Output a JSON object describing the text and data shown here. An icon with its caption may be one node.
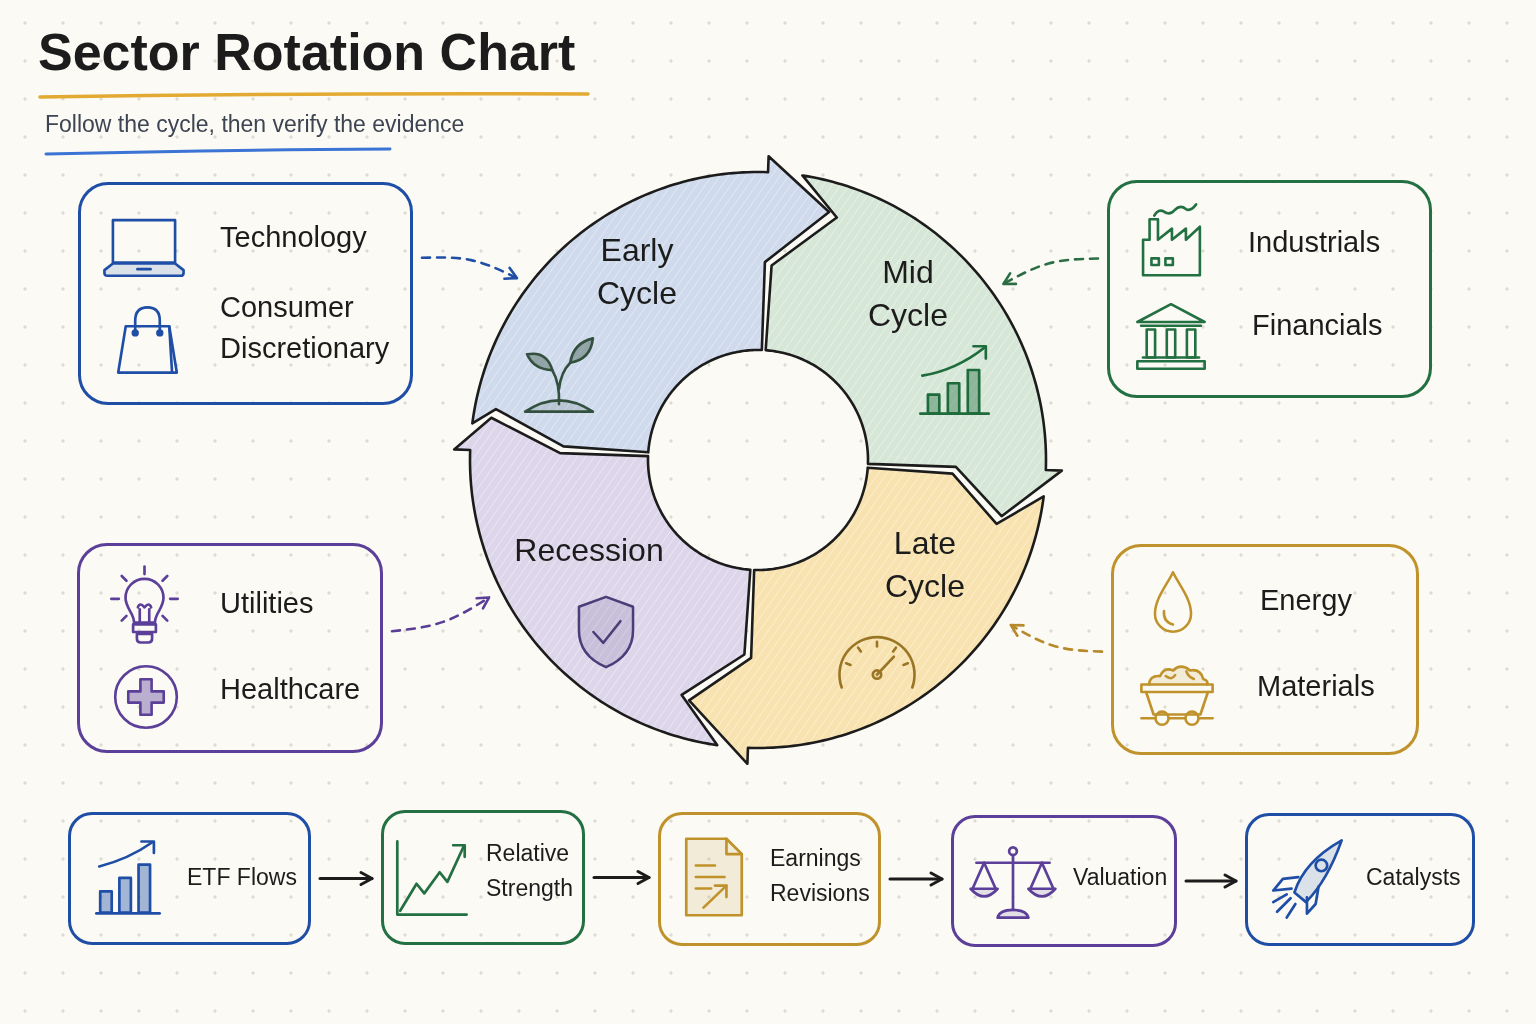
{
  "diagram": {
    "title": "Sector Rotation Chart",
    "nodes": [
      {
        "text": [
          "Technology",
          "Consumer Discretionary"
        ]
      },
      {
        "text": [
          "Early Cycle"
        ]
      },
      {
        "text": [
          "Mid Cycle"
        ]
      },
      {
        "text": [
          "Industrials",
          "Financials"
        ]
      },
      {
        "text": [
          "Utilities",
          "Healthcare"
        ]
      },
      {
        "text": [
          "Recession"
        ]
      },
      {
        "text": [
          "Late Cycle"
        ]
      },
      {
        "text": [
          "Energy",
          "Materials"
        ]
      },
      {
        "text": [
          "ETF Flows"
        ]
      },
      {
        "text": [
          "Relative Strength"
        ]
      },
      {
        "text": [
          "Earnings Revisions"
        ]
      },
      {
        "text": [
          "Valuation"
        ]
      },
      {
        "text": [
          "Catalysts"
        ]
      }
    ],
    "edges": [
      {
        "from": 0,
        "to": 1,
        "arrow": "to",
        "style": "dashed",
        "color": "#1f4ea6"
      },
      {
        "from": 3,
        "to": 2,
        "arrow": "to",
        "style": "dashed",
        "color": "#2b6e45"
      },
      {
        "from": 4,
        "to": 5,
        "arrow": "to",
        "style": "dashed",
        "color": "#5a3e96"
      },
      {
        "from": 7,
        "to": 6,
        "arrow": "to",
        "style": "dashed",
        "color": "#b8892a"
      },
      {
        "from": 8,
        "to": 9,
        "arrow": "to"
      },
      {
        "from": 9,
        "to": 10,
        "arrow": "to"
      },
      {
        "from": 10,
        "to": 11,
        "arrow": "to"
      },
      {
        "from": 11,
        "to": 12,
        "arrow": "to"
      }
    ],
    "labels": [
      "Follow the cycle, then verify the evidence"
    ]
  }
}
